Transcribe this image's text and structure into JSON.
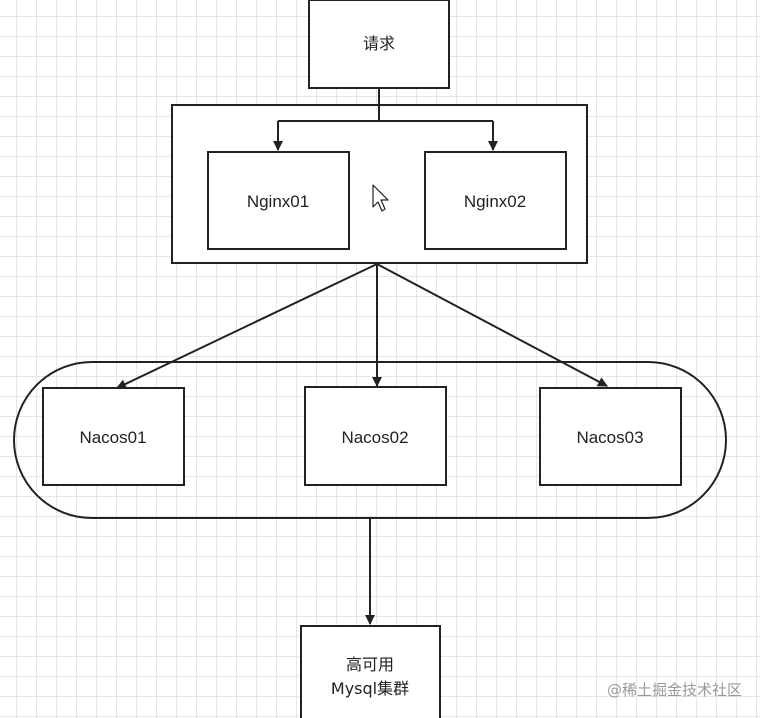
{
  "nodes": {
    "request": "请求",
    "nginx01": "Nginx01",
    "nginx02": "Nginx02",
    "nacos01": "Nacos01",
    "nacos02": "Nacos02",
    "nacos03": "Nacos03",
    "mysql_line1": "高可用",
    "mysql_line2": "Mysql集群"
  },
  "watermark": "@稀土掘金技术社区",
  "colors": {
    "stroke": "#222222",
    "text": "#222222",
    "grid": "#e6e6e6"
  }
}
